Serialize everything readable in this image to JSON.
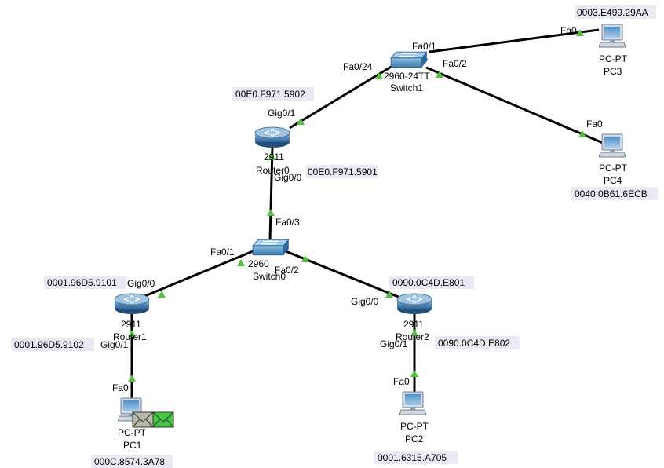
{
  "devices": {
    "switch1": {
      "model": "2960-24TT",
      "name": "Switch1"
    },
    "router0": {
      "model": "2911",
      "name": "Router0"
    },
    "switch0": {
      "model": "2960",
      "name": "Switch0"
    },
    "router1": {
      "model": "2911",
      "name": "Router1"
    },
    "router2": {
      "model": "2911",
      "name": "Router2"
    },
    "pc1": {
      "model": "PC-PT",
      "name": "PC1",
      "mac": "000C.8574.3A78"
    },
    "pc2": {
      "model": "PC-PT",
      "name": "PC2",
      "mac": "0001.6315.A705"
    },
    "pc3": {
      "model": "PC-PT",
      "name": "PC3",
      "mac": "0003.E499.29AA"
    },
    "pc4": {
      "model": "PC-PT",
      "name": "PC4",
      "mac": "0040.0B61.6ECB"
    }
  },
  "ports": {
    "sw1_fa01": "Fa0/1",
    "sw1_fa02": "Fa0/2",
    "sw1_fa024": "Fa0/24",
    "pc3_fa0": "Fa0",
    "pc4_fa0": "Fa0",
    "r0_gig01": "Gig0/1",
    "r0_gig00": "Gig0/0",
    "sw0_fa03": "Fa0/3",
    "sw0_fa01": "Fa0/1",
    "sw0_fa02": "Fa0/2",
    "r1_gig00": "Gig0/0",
    "r1_gig01": "Gig0/1",
    "r2_gig00": "Gig0/0",
    "r2_gig01": "Gig0/1",
    "pc1_fa0": "Fa0",
    "pc2_fa0": "Fa0"
  },
  "macs": {
    "r0_gig01": "00E0.F971.5902",
    "r0_gig00": "00E0.F971.5901",
    "r1_gig00": "0001.96D5.9101",
    "r1_gig01": "0001.96D5.9102",
    "r2_gig00": "0090.0C4D.E801",
    "r2_gig01": "0090.0C4D.E802"
  },
  "colors": {
    "link": "#000000",
    "link_up": "#55c040",
    "device_blue": "#3d78b5",
    "pdu_gray": "#b8b8a8",
    "pdu_green": "#46c846"
  }
}
